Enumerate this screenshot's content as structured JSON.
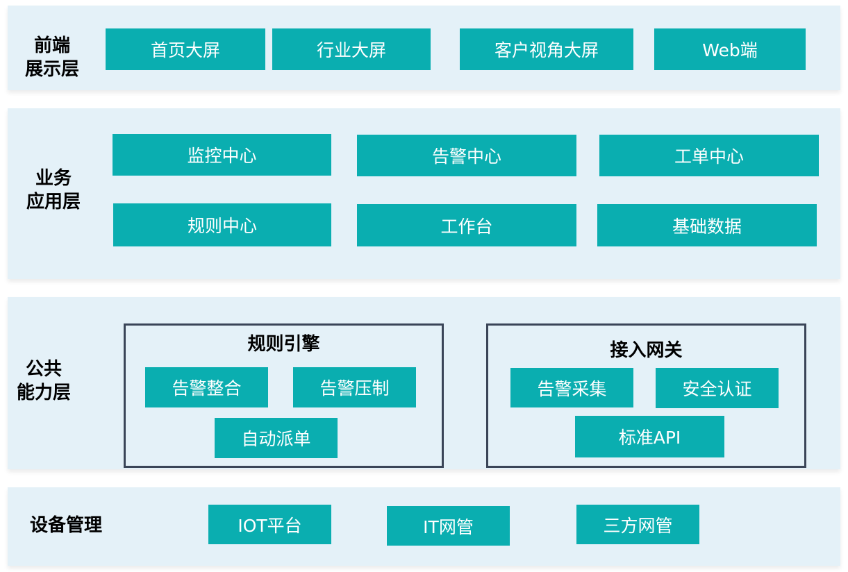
{
  "layers": [
    {
      "label_lines": [
        "前端",
        "展示层"
      ],
      "items": [
        "首页大屏",
        "行业大屏",
        "客户视角大屏",
        "Web端"
      ]
    },
    {
      "label_lines": [
        "业务",
        "应用层"
      ],
      "items": [
        "监控中心",
        "告警中心",
        "工单中心",
        "规则中心",
        "工作台",
        "基础数据"
      ]
    },
    {
      "label_lines": [
        "公共",
        "能力层"
      ],
      "groups": [
        {
          "title": "规则引擎",
          "items": [
            "告警整合",
            "告警压制",
            "自动派单"
          ]
        },
        {
          "title": "接入网关",
          "items": [
            "告警采集",
            "安全认证",
            "标准API"
          ]
        }
      ]
    },
    {
      "label_lines": [
        "设备管理"
      ],
      "items": [
        "IOT平台",
        "IT网管",
        "三方网管"
      ]
    }
  ],
  "colors": {
    "band": "#e4f1f8",
    "box": "#0aaeb0",
    "frame": "#3a4558"
  }
}
